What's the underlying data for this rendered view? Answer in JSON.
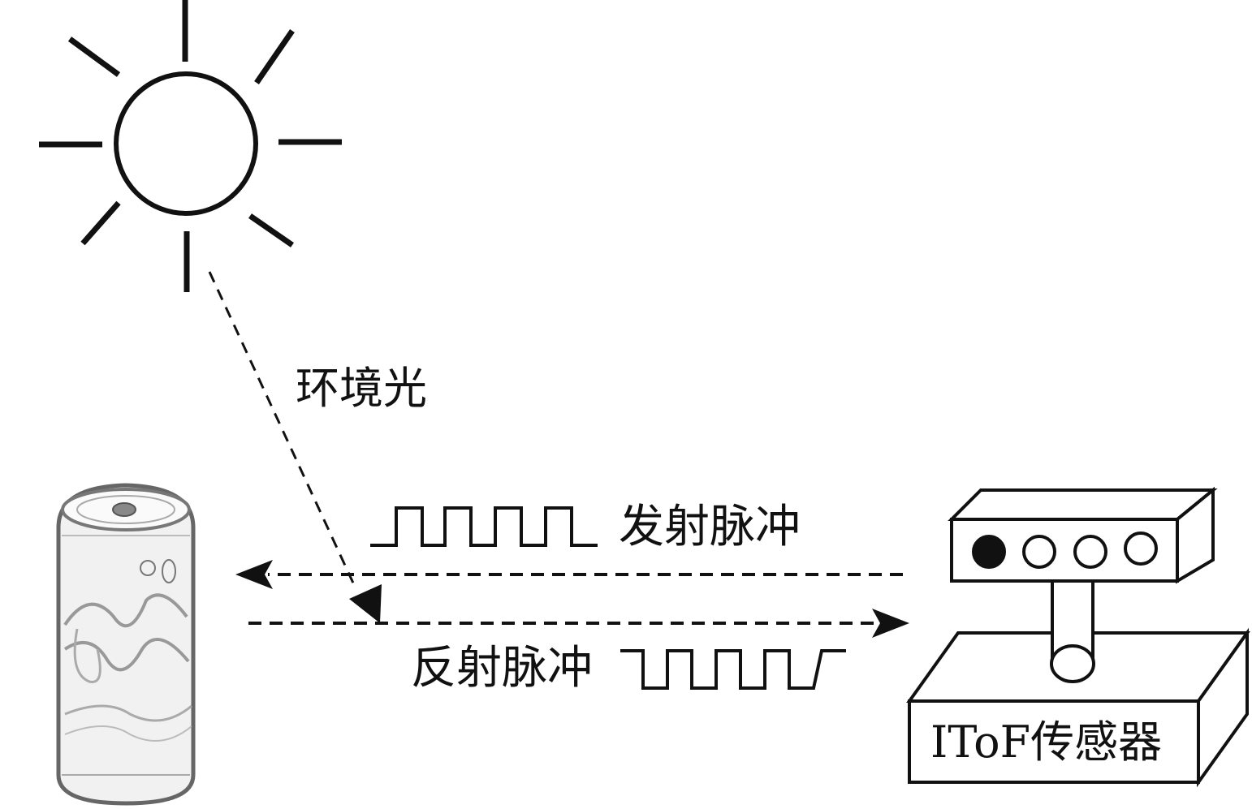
{
  "labels": {
    "ambient_light": "环境光",
    "emitted_pulse": "发射脉冲",
    "reflected_pulse": "反射脉冲",
    "sensor": "IToF传感器"
  },
  "icons": {
    "sun": "sun-icon",
    "can": "soda-can-icon",
    "sensor": "itof-sensor-icon"
  },
  "colors": {
    "ink": "#111111",
    "background": "#ffffff"
  }
}
